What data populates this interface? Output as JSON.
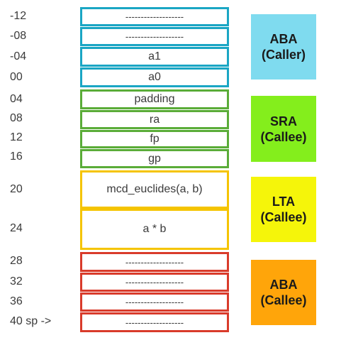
{
  "colors": {
    "blue": "#1aa6c4",
    "green": "#5aac38",
    "yellow": "#f5c400",
    "red": "#d93b2b",
    "aba_caller_bg": "#7fdbef",
    "sra_bg": "#84ee1c",
    "lta_bg": "#f5f50a",
    "aba_callee_bg": "#ffa50a"
  },
  "offsets": [
    "-12",
    "-08",
    "-04",
    "00",
    "04",
    "08",
    "12",
    "16",
    "20",
    "24",
    "28",
    "32",
    "36",
    "40 sp  ->"
  ],
  "cells": [
    "-------------------",
    "-------------------",
    "a1",
    "a0",
    "padding",
    "ra",
    "fp",
    "gp",
    "mcd_euclides(a, b)",
    "a * b",
    "-------------------",
    "-------------------",
    "-------------------",
    "-------------------"
  ],
  "regions": [
    {
      "line1": "ABA",
      "line2": "(Caller)"
    },
    {
      "line1": "SRA",
      "line2": "(Callee)"
    },
    {
      "line1": "LTA",
      "line2": "(Callee)"
    },
    {
      "line1": "ABA",
      "line2": "(Callee)"
    }
  ]
}
